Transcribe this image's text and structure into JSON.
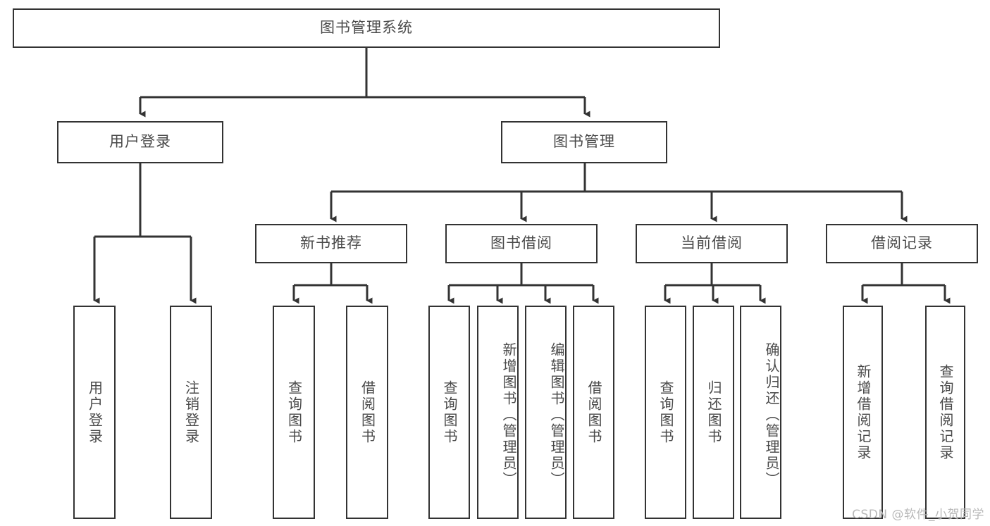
{
  "diagram": {
    "title": "图书管理系统",
    "type": "tree-hierarchy",
    "root": {
      "label": "图书管理系统"
    },
    "level2": [
      {
        "label": "用户登录"
      },
      {
        "label": "图书管理"
      }
    ],
    "level3": [
      {
        "label": "新书推荐"
      },
      {
        "label": "图书借阅"
      },
      {
        "label": "当前借阅"
      },
      {
        "label": "借阅记录"
      }
    ],
    "leaves": {
      "user_login": [
        {
          "label": "用户登录"
        },
        {
          "label": "注销登录"
        }
      ],
      "new_book_recommend": [
        {
          "label": "查询图书"
        },
        {
          "label": "借阅图书"
        }
      ],
      "book_borrow": [
        {
          "label": "查询图书"
        },
        {
          "label": "新增图书（管理员）"
        },
        {
          "label": "编辑图书（管理员）"
        },
        {
          "label": "借阅图书"
        }
      ],
      "current_borrow": [
        {
          "label": "查询图书"
        },
        {
          "label": "归还图书"
        },
        {
          "label": "确认归还（管理员）"
        }
      ],
      "borrow_record": [
        {
          "label": "新增借阅记录"
        },
        {
          "label": "查询借阅记录"
        }
      ]
    },
    "colors": {
      "stroke": "#333333",
      "text": "#4a4a4a",
      "background": "#ffffff",
      "watermark": "#b8b8b8"
    }
  },
  "watermark": {
    "text": "CSDN @软件_小贺同学"
  }
}
